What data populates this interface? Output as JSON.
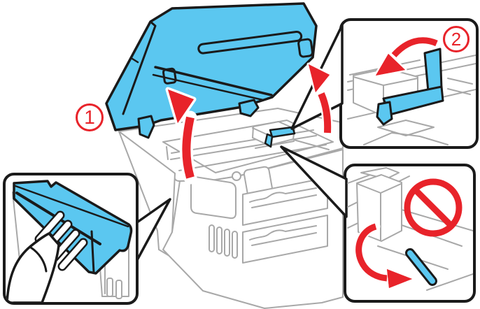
{
  "figure": {
    "kind": "printer-instruction-diagram",
    "subject": "Lift the scanner unit and remove the protective tape; do not touch the transportation lock lever"
  },
  "steps": [
    {
      "number": "1"
    },
    {
      "number": "2"
    }
  ],
  "icons": {
    "lift_arrow": "curved red arrow pointing up",
    "inner_lift_arrow": "small red arrow pointing up",
    "remove_tape_arrow": "red arrow curving down-left",
    "rotate_arrow": "red arrow curving counterclockwise",
    "prohibition": "red circle with diagonal slash",
    "hand": "hand gripping scanner edge"
  },
  "colors": {
    "highlight_cyan": "#5BC7F0",
    "arrow_red": "#E8232A",
    "line_gray": "#A8A8A8",
    "outline_black": "#1A1A1A"
  }
}
